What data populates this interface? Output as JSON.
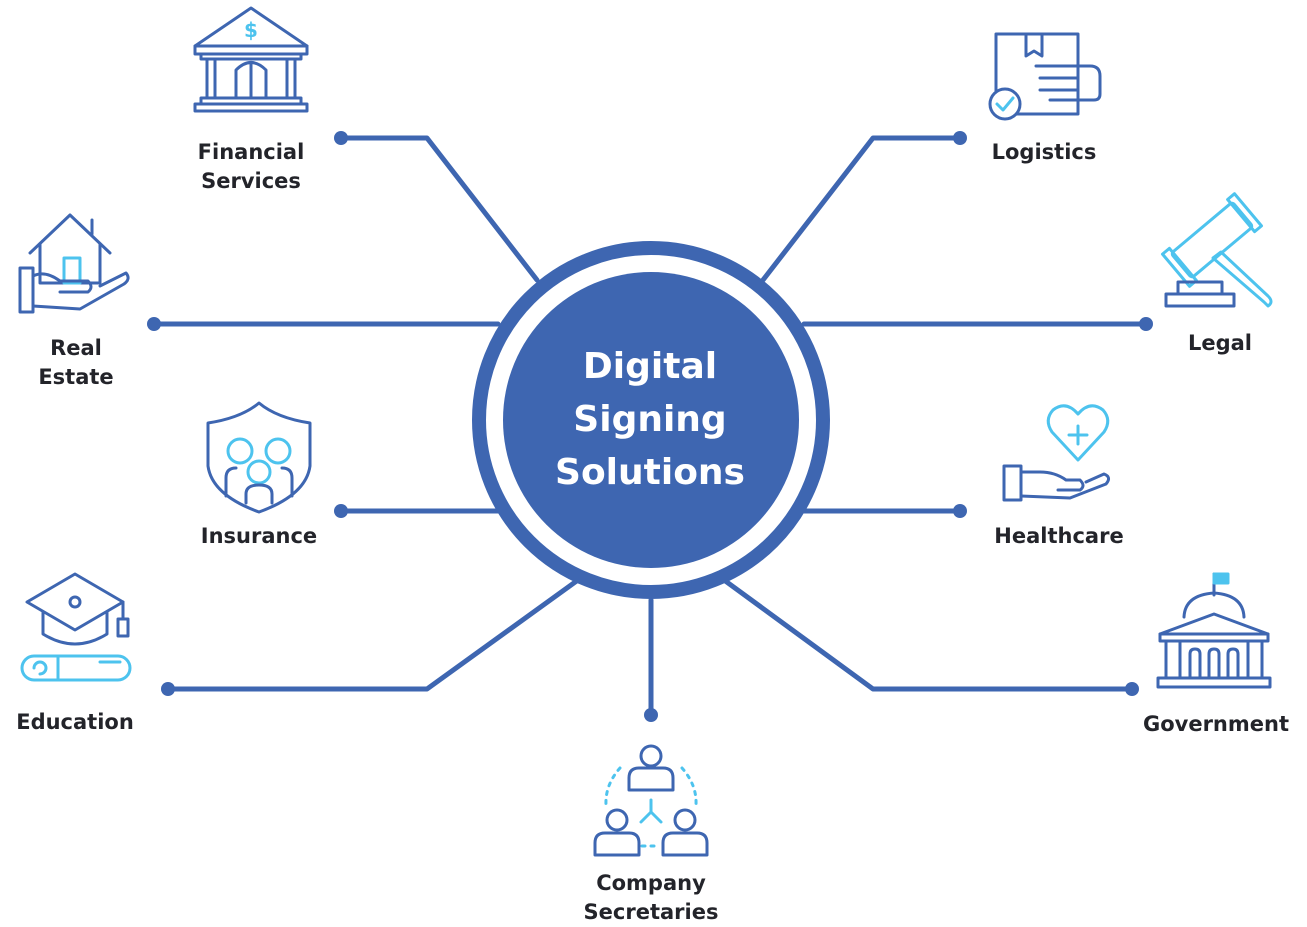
{
  "hub": {
    "line1": "Digital",
    "line2": "Signing",
    "line3": "Solutions"
  },
  "sectors": {
    "financial": {
      "line1": "Financial",
      "line2": "Services",
      "icon": "bank-icon"
    },
    "real_estate": {
      "line1": "Real",
      "line2": "Estate",
      "icon": "house-in-hand-icon"
    },
    "insurance": {
      "label": "Insurance",
      "icon": "family-shield-icon"
    },
    "education": {
      "label": "Education",
      "icon": "graduation-cap-diploma-icon"
    },
    "company_secretaries": {
      "line1": "Company",
      "line2": "Secretaries",
      "icon": "org-chart-people-icon"
    },
    "logistics": {
      "label": "Logistics",
      "icon": "package-in-hand-icon"
    },
    "legal": {
      "label": "Legal",
      "icon": "gavel-icon"
    },
    "healthcare": {
      "label": "Healthcare",
      "icon": "heart-in-hand-icon"
    },
    "government": {
      "label": "Government",
      "icon": "capitol-building-icon"
    }
  },
  "colors": {
    "primary": "#3e66b1",
    "accent": "#4dc3ee",
    "text": "#23242a",
    "background": "#ffffff"
  }
}
